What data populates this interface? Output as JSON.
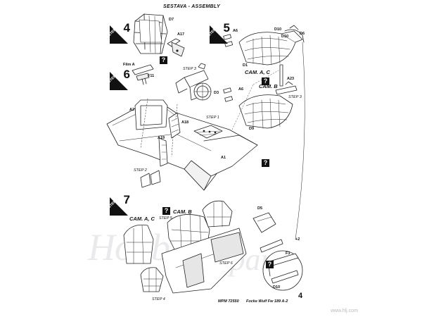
{
  "title": "SESTAVA - ASSEMBLY",
  "steps": {
    "s4": {
      "word": "STEP",
      "num": "4"
    },
    "s5": {
      "word": "STEP",
      "num": "5"
    },
    "s6": {
      "word": "STEP",
      "num": "6"
    },
    "s7": {
      "word": "STEP",
      "num": "7"
    }
  },
  "cameras": {
    "cam_ac_top": "CAM. A, C",
    "cam_b_top": "CAM. B",
    "cam_ac_bottom": "CAM. A, C",
    "cam_b_bottom": "CAM. B"
  },
  "parts": {
    "d7": "D7",
    "a17": "A17",
    "film_a": "Film A",
    "f11": "F11",
    "step3_a": "STEP 3",
    "d3": "D3",
    "a6_top": "A6",
    "d1": "D1",
    "d10_top": "D10",
    "d6": "D6",
    "d10_mid": "D10",
    "a23": "A23",
    "a6_mid": "A6",
    "step3_b": "STEP 3",
    "d9": "D9",
    "a2": "A2",
    "a18": "A18",
    "step1": "STEP 1",
    "a19": "A19",
    "a1": "A1",
    "step2": "STEP 2",
    "d5": "D5",
    "step5": "STEP 5",
    "step6": "STEP 6",
    "step4": "STEP 4",
    "f3": "F3",
    "d10_bottom": "D10",
    "plus2": "+2"
  },
  "question_mark": "?",
  "footer": {
    "code": "MPM 72550",
    "model": "Focke Wulf Fw 189 A-2",
    "page": "4"
  },
  "watermark": {
    "main": "Hobbylink",
    "sub": "Japan",
    "url": "www.hlj.com"
  }
}
